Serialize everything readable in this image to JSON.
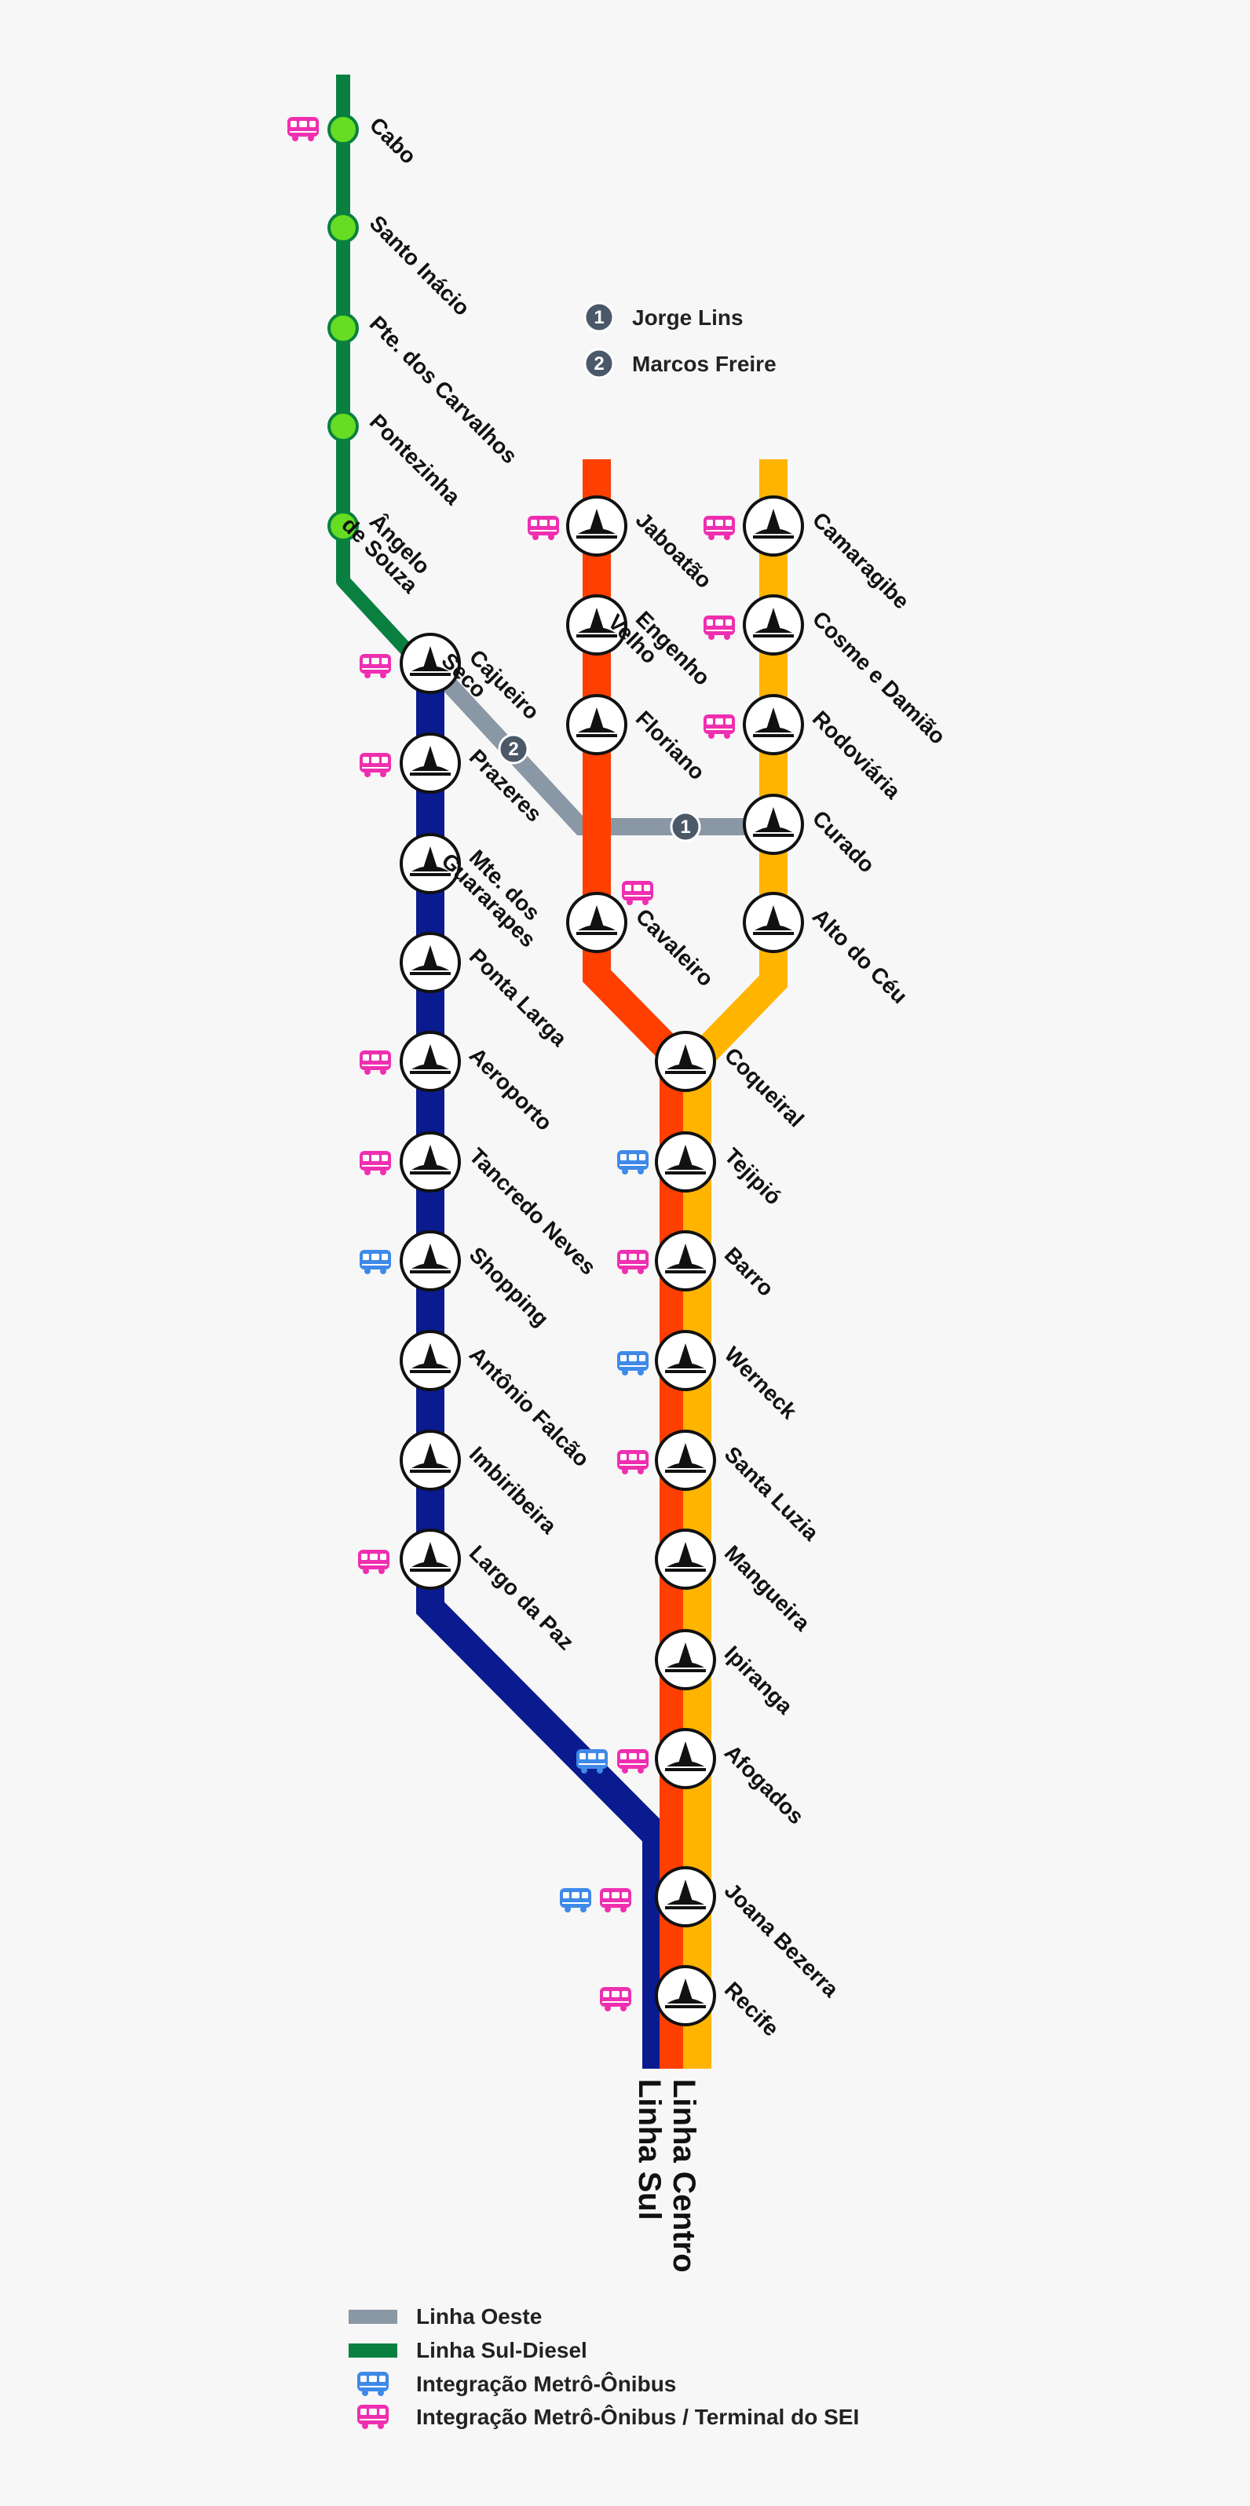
{
  "colors": {
    "sul": "#0a1a8f",
    "centro_jaboatao": "#ff3f00",
    "centro_camaragibe": "#ffb400",
    "oeste": "#8a97a4",
    "diesel": "#0a8040",
    "diesel_station": "#66dd22",
    "bus_sei": "#ef2fb0",
    "bus_metro": "#3f8ae8",
    "station_fill": "#ffffff",
    "station_stroke": "#111111",
    "marker": "#4b5868"
  },
  "markers": [
    {
      "number": "1",
      "label": "Jorge Lins"
    },
    {
      "number": "2",
      "label": "Marcos Freire"
    }
  ],
  "branch_labels": {
    "centro": "Linha Centro",
    "sul": "Linha Sul"
  },
  "stations": {
    "diesel": [
      "Cabo",
      "Santo Inácio",
      "Pte. dos Carvalhos",
      "Pontezinha",
      "Ângelo de Souza"
    ],
    "sul": [
      "Cajueiro Seco",
      "Prazeres",
      "Mte. dos Guararapes",
      "Ponta Larga",
      "Aeroporto",
      "Tancredo Neves",
      "Shopping",
      "Antônio Falcão",
      "Imbiribeira",
      "Largo da Paz"
    ],
    "jaboatao": [
      "Jaboatão",
      "Engenho Velho",
      "Floriano",
      "Cavaleiro"
    ],
    "camaragibe": [
      "Camaragibe",
      "Cosme e Damião",
      "Rodoviária",
      "Curado",
      "Alto do Céu"
    ],
    "centro": [
      "Coqueiral",
      "Tejipió",
      "Barro",
      "Werneck",
      "Santa Luzia",
      "Mangueira",
      "Ipiranga",
      "Afogados",
      "Joana Bezerra",
      "Recife"
    ]
  },
  "legend": [
    {
      "label": "Linha Oeste",
      "swatch": "oeste"
    },
    {
      "label": "Linha Sul-Diesel",
      "swatch": "diesel"
    },
    {
      "label": "Integração Metrô-Ônibus",
      "swatch": "bus_metro"
    },
    {
      "label": "Integração Metrô-Ônibus / Terminal do SEI",
      "swatch": "bus_sei"
    }
  ]
}
